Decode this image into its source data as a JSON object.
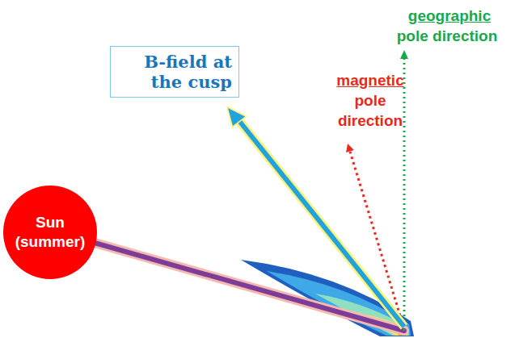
{
  "diagram": {
    "nodes": [
      {
        "text": [
          "Sun (summer)"
        ]
      },
      {
        "text": [
          "B-field at the cusp"
        ]
      }
    ],
    "labels": [
      "magnetic",
      "pole direction",
      "geographic",
      "pole direction"
    ]
  }
}
